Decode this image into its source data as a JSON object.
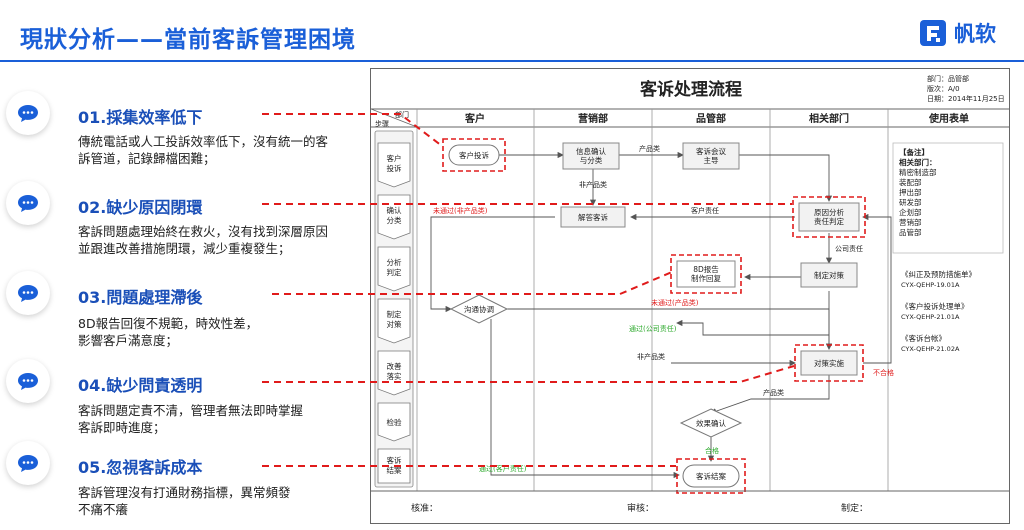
{
  "header": {
    "title": "現狀分析——當前客訴管理困境",
    "logo_text": "帆软",
    "accent": "#1a5fd8"
  },
  "issues": [
    {
      "title": "01.採集效率低下",
      "desc": [
        "傳統電話或人工投訴效率低下，沒有統一的客",
        "訴管道，記錄歸檔困難；"
      ]
    },
    {
      "title": "02.缺少原因閉環",
      "desc": [
        "客訴問題處理始終在救火，沒有找到深層原因",
        "並跟進改善措施閉環，減少重複發生；"
      ]
    },
    {
      "title": "03.問題處理滯後",
      "desc": [
        "8D報告回復不規範，時效性差，",
        "影響客戶滿意度；"
      ]
    },
    {
      "title": "04.缺少問責透明",
      "desc": [
        "客訴問題定責不清，管理者無法即時掌握",
        "客訴即時進度；"
      ]
    },
    {
      "title": "05.忽視客訴成本",
      "desc": [
        "客訴管理沒有打通財務指標，異常頻發",
        "不痛不癢"
      ]
    }
  ],
  "flow": {
    "title": "客诉处理流程",
    "meta": [
      "部门：品管部",
      "版次：A/0",
      "日期：2014年11月25日"
    ],
    "corner_top": "部门",
    "corner_bottom": "步骤",
    "columns": [
      "客户",
      "营销部",
      "品管部",
      "相关部门",
      "使用表单"
    ],
    "steps": [
      "客户\n投诉",
      "确认\n分类",
      "分析\n判定",
      "制定\n对策",
      "改善\n落实",
      "检验",
      "客诉\n结案"
    ],
    "nodes": {
      "complaint": "客户投诉",
      "confirm": "信息确认\n与分类",
      "meeting": "客诉会议\n主导",
      "reply": "解答客诉",
      "analysis": "原因分析\n责任判定",
      "report8d": "8D报告\n制作回复",
      "plan": "制定对策",
      "negotiate": "沟通协调",
      "implement": "对策实施",
      "verify": "效果确认",
      "close": "客诉结案"
    },
    "labels": {
      "product": "产品类",
      "non_product": "非产品类",
      "fail_non_product": "未通过(非产品类)",
      "customer_resp": "客户责任",
      "company_resp": "公司责任",
      "fail_product": "未通过(产品类)",
      "pass_company": "通过(公司责任)",
      "non_product2": "非产品类",
      "unqualified": "不合格",
      "product2": "产品类",
      "qualified": "合格",
      "pass_customer": "通过(客户责任)"
    },
    "notes": {
      "head": "【备注】",
      "sub": "相关部门：",
      "depts": [
        "精密制造部",
        "装配部",
        "押出部",
        "研发部",
        "企划部",
        "营销部",
        "品管部"
      ],
      "forms": [
        {
          "name": "《纠正及预防措施单》",
          "code": "CYX-QEHP-19.01A"
        },
        {
          "name": "《客户投诉处理单》",
          "code": "CYX-QEHP-21.01A"
        },
        {
          "name": "《客诉台帐》",
          "code": "CYX-QEHP-21.02A"
        }
      ]
    },
    "footer": [
      "核准：",
      "审核：",
      "制定："
    ]
  }
}
